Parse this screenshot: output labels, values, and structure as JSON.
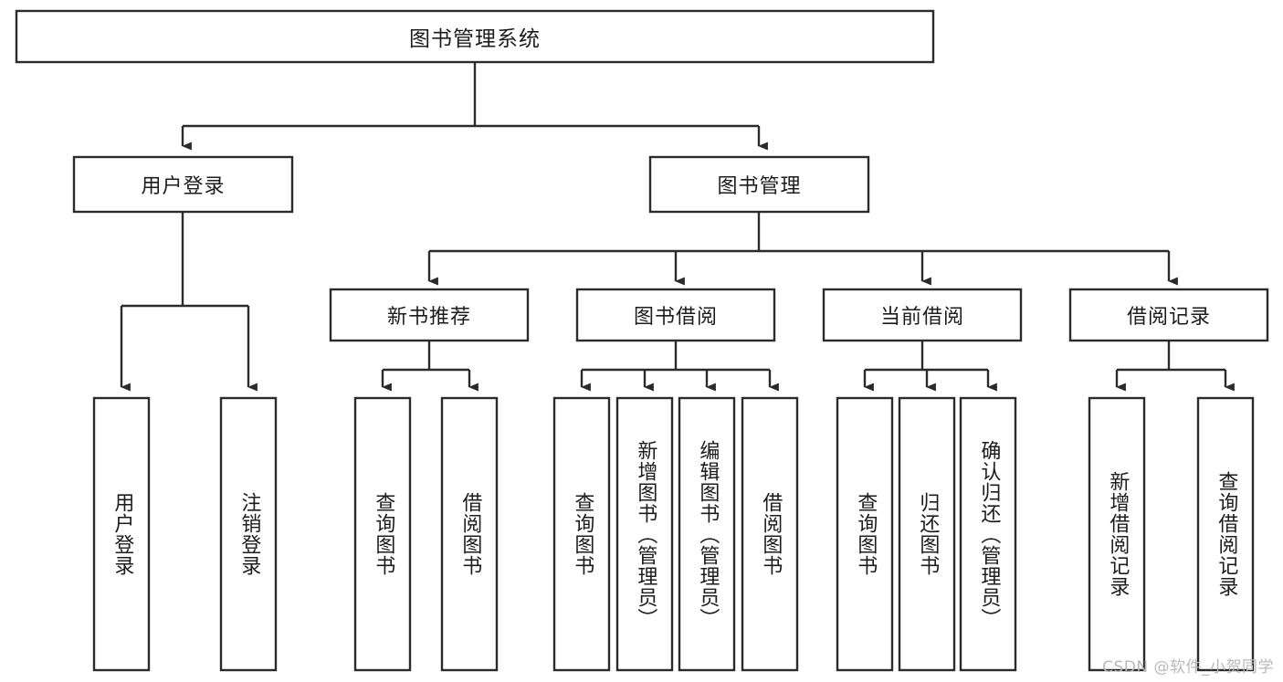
{
  "diagram": {
    "title": "图书管理系统",
    "type": "tree-hierarchy-chart",
    "watermark": "CSDN @软件_小贺同学",
    "root": {
      "id": "root",
      "label": "图书管理系统",
      "orientation": "horizontal"
    },
    "level2": [
      {
        "id": "user-login",
        "label": "用户登录",
        "orientation": "horizontal"
      },
      {
        "id": "book-manage",
        "label": "图书管理",
        "orientation": "horizontal"
      }
    ],
    "level3": [
      {
        "id": "new-book-recommend",
        "label": "新书推荐",
        "orientation": "horizontal",
        "parent": "book-manage"
      },
      {
        "id": "book-borrow",
        "label": "图书借阅",
        "orientation": "horizontal",
        "parent": "book-manage"
      },
      {
        "id": "current-borrow",
        "label": "当前借阅",
        "orientation": "horizontal",
        "parent": "book-manage"
      },
      {
        "id": "borrow-record",
        "label": "借阅记录",
        "orientation": "horizontal",
        "parent": "book-manage"
      }
    ],
    "leaves": [
      {
        "id": "leaf-user-login",
        "label": "用户登录",
        "orientation": "vertical",
        "parent": "user-login"
      },
      {
        "id": "leaf-user-logout",
        "label": "注销登录",
        "orientation": "vertical",
        "parent": "user-login"
      },
      {
        "id": "leaf-query-book-1",
        "label": "查询图书",
        "orientation": "vertical",
        "parent": "new-book-recommend"
      },
      {
        "id": "leaf-borrow-book-1",
        "label": "借阅图书",
        "orientation": "vertical",
        "parent": "new-book-recommend"
      },
      {
        "id": "leaf-query-book-2",
        "label": "查询图书",
        "orientation": "vertical",
        "parent": "book-borrow"
      },
      {
        "id": "leaf-add-book",
        "label": "新增图书（管理员）",
        "orientation": "vertical",
        "parent": "book-borrow"
      },
      {
        "id": "leaf-edit-book",
        "label": "编辑图书（管理员）",
        "orientation": "vertical",
        "parent": "book-borrow"
      },
      {
        "id": "leaf-borrow-book-2",
        "label": "借阅图书",
        "orientation": "vertical",
        "parent": "book-borrow"
      },
      {
        "id": "leaf-query-book-3",
        "label": "查询图书",
        "orientation": "vertical",
        "parent": "current-borrow"
      },
      {
        "id": "leaf-return-book",
        "label": "归还图书",
        "orientation": "vertical",
        "parent": "current-borrow"
      },
      {
        "id": "leaf-confirm-return",
        "label": "确认归还（管理员）",
        "orientation": "vertical",
        "parent": "current-borrow"
      },
      {
        "id": "leaf-add-record",
        "label": "新增借阅记录",
        "orientation": "vertical",
        "parent": "borrow-record"
      },
      {
        "id": "leaf-query-record",
        "label": "查询借阅记录",
        "orientation": "vertical",
        "parent": "borrow-record"
      }
    ],
    "colors": {
      "background": "#ffffff",
      "box_fill": "#ffffff",
      "box_stroke": "#2b2b2b",
      "text": "#1c1c1c",
      "watermark": "#b9b9b9"
    }
  }
}
